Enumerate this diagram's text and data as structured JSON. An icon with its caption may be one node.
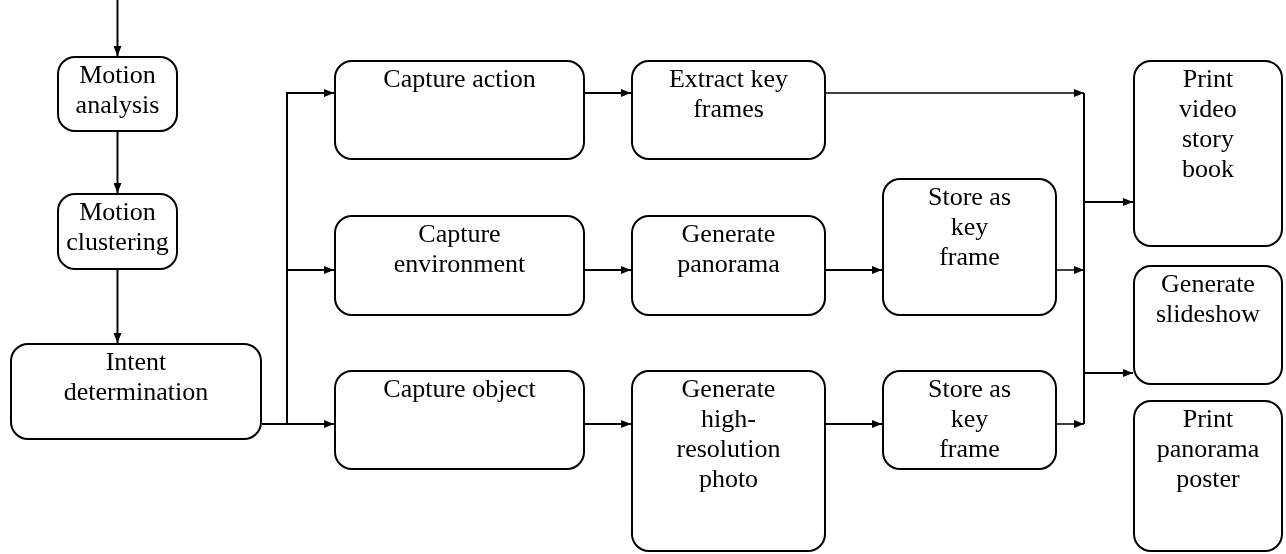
{
  "diagram": {
    "nodes": [
      {
        "text": [
          "Motion analysis"
        ]
      },
      {
        "text": [
          "Motion clustering"
        ]
      },
      {
        "text": [
          "Intent determination"
        ]
      },
      {
        "text": [
          "Capture action"
        ]
      },
      {
        "text": [
          "Extract key frames"
        ]
      },
      {
        "text": [
          "Capture environment"
        ]
      },
      {
        "text": [
          "Generate panorama"
        ]
      },
      {
        "text": [
          "Store as key frame"
        ]
      },
      {
        "text": [
          "Capture object"
        ]
      },
      {
        "text": [
          "Generate high-resolution photo"
        ]
      },
      {
        "text": [
          "Store as key frame"
        ]
      },
      {
        "text": [
          "Print video story book"
        ]
      },
      {
        "text": [
          "Generate slideshow"
        ]
      },
      {
        "text": [
          "Print panorama poster"
        ]
      }
    ],
    "edges": [
      {
        "from": null,
        "to": 0,
        "arrow": "to"
      },
      {
        "from": 0,
        "to": 1,
        "arrow": "to"
      },
      {
        "from": 1,
        "to": 2,
        "arrow": "to"
      },
      {
        "from": 2,
        "to": 3,
        "arrow": "to"
      },
      {
        "from": 2,
        "to": 5,
        "arrow": "to"
      },
      {
        "from": 2,
        "to": 8,
        "arrow": "to"
      },
      {
        "from": 3,
        "to": 4,
        "arrow": "to"
      },
      {
        "from": 5,
        "to": 6,
        "arrow": "to"
      },
      {
        "from": 6,
        "to": 7,
        "arrow": "to"
      },
      {
        "from": 8,
        "to": 9,
        "arrow": "to"
      },
      {
        "from": 9,
        "to": 10,
        "arrow": "to"
      },
      {
        "from": 4,
        "to": 11,
        "arrow": "to"
      },
      {
        "from": 4,
        "to": 12,
        "arrow": "to"
      },
      {
        "from": 7,
        "to": 11,
        "arrow": "to"
      },
      {
        "from": 7,
        "to": 12,
        "arrow": "to"
      },
      {
        "from": 10,
        "to": 11,
        "arrow": "to"
      },
      {
        "from": 10,
        "to": 12,
        "arrow": "to"
      }
    ]
  }
}
